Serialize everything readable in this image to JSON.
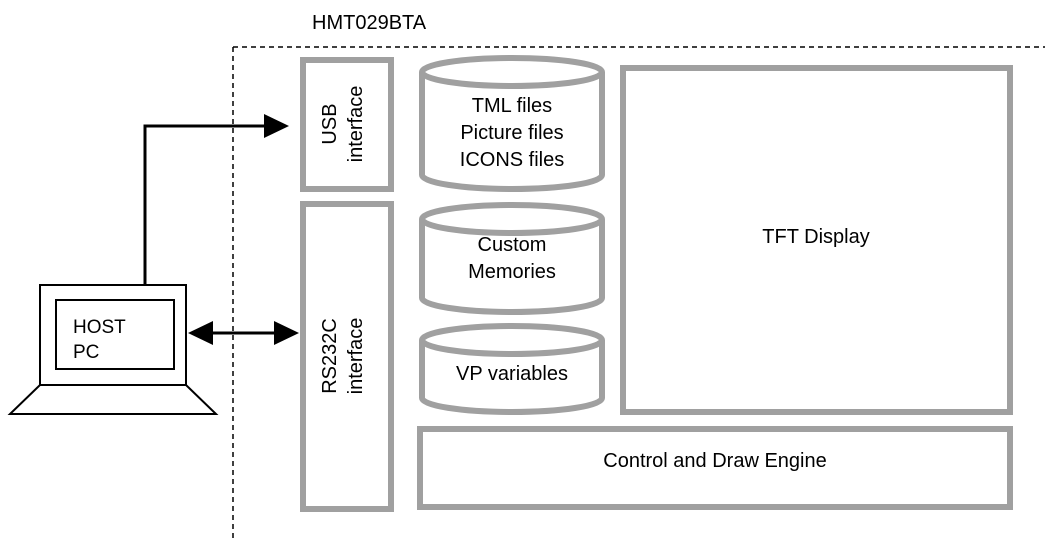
{
  "device_title": "HMT029BTA",
  "host": {
    "line1": "HOST",
    "line2": "PC"
  },
  "usb": {
    "line1": "USB",
    "line2": "interface"
  },
  "rs232": {
    "line1": "RS232C",
    "line2": "interface"
  },
  "storage": {
    "files": [
      "TML files",
      "Picture files",
      "ICONS files"
    ],
    "memories": [
      "Custom",
      "Memories"
    ],
    "variables": "VP variables"
  },
  "display": "TFT Display",
  "engine": "Control and Draw Engine",
  "colors": {
    "block_border": "#a0a0a0",
    "lines": "#000000",
    "background": "#ffffff"
  }
}
